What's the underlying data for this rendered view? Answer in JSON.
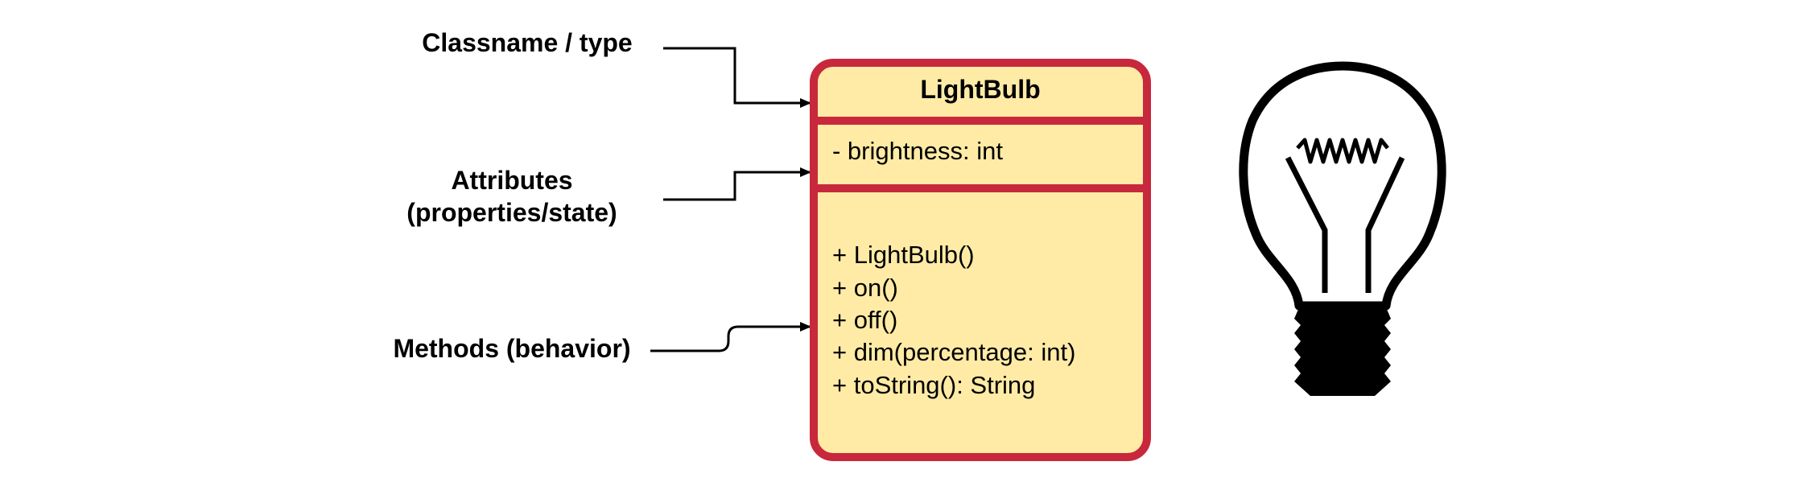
{
  "labels": {
    "classname": "Classname / type",
    "attributes_line1": "Attributes",
    "attributes_line2": "(properties/state)",
    "methods": "Methods (behavior)"
  },
  "uml_class": {
    "name": "LightBulb",
    "attributes": [
      "- brightness: int"
    ],
    "methods": [
      "+ LightBulb()",
      "+ on()",
      "+ off()",
      "+ dim(percentage: int)",
      "+ toString(): String"
    ]
  },
  "colors": {
    "box_fill": "#FFEBA6",
    "box_border": "#C8283C",
    "ink": "#000000",
    "background": "#FFFFFF"
  },
  "icons": {
    "illustration": "lightbulb-icon"
  }
}
